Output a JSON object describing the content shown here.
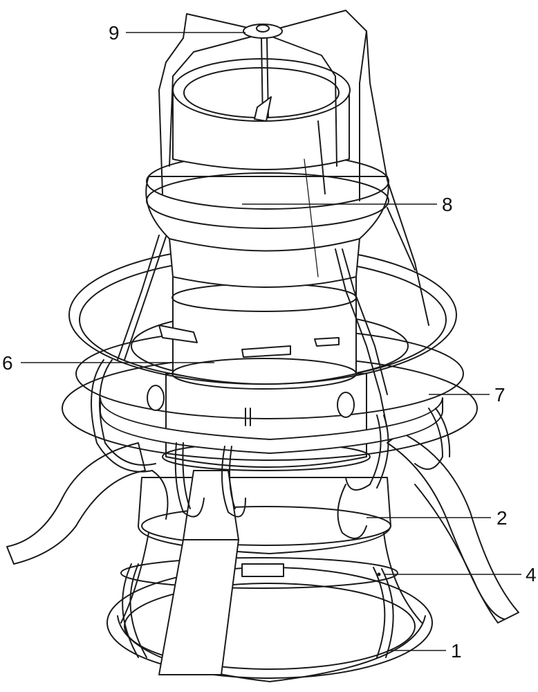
{
  "figure": {
    "callouts": [
      {
        "id": "c9",
        "label": "9"
      },
      {
        "id": "c8",
        "label": "8"
      },
      {
        "id": "c6",
        "label": "6"
      },
      {
        "id": "c7",
        "label": "7"
      },
      {
        "id": "c2",
        "label": "2"
      },
      {
        "id": "c4",
        "label": "4"
      },
      {
        "id": "c1",
        "label": "1"
      }
    ],
    "colors": {
      "line": "#1a1a1a",
      "background": "#ffffff"
    }
  }
}
